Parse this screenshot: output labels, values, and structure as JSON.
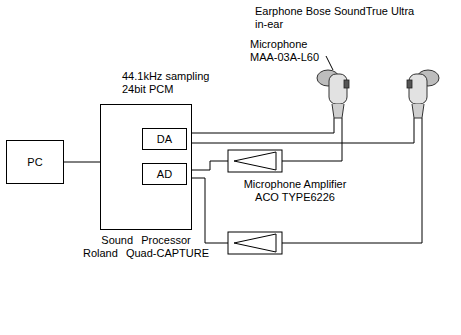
{
  "diagram": {
    "nodes": [
      {
        "text": [
          "PC"
        ]
      },
      {
        "text": [
          "Sound Processor Roland Quad-CAPTURE"
        ]
      },
      {
        "text": [
          "DA"
        ],
        "in": 1
      },
      {
        "text": [
          "AD"
        ],
        "in": 1
      }
    ],
    "edges": [
      {
        "from": 0,
        "to": 1,
        "arrow": "none"
      }
    ],
    "labels": [
      "Earphone Bose SoundTrue Ultra in-ear",
      "Microphone MAA-03A-L60",
      "44.1kHz sampling 24bit PCM",
      "Microphone Amplifier ACO TYPE6226"
    ]
  }
}
